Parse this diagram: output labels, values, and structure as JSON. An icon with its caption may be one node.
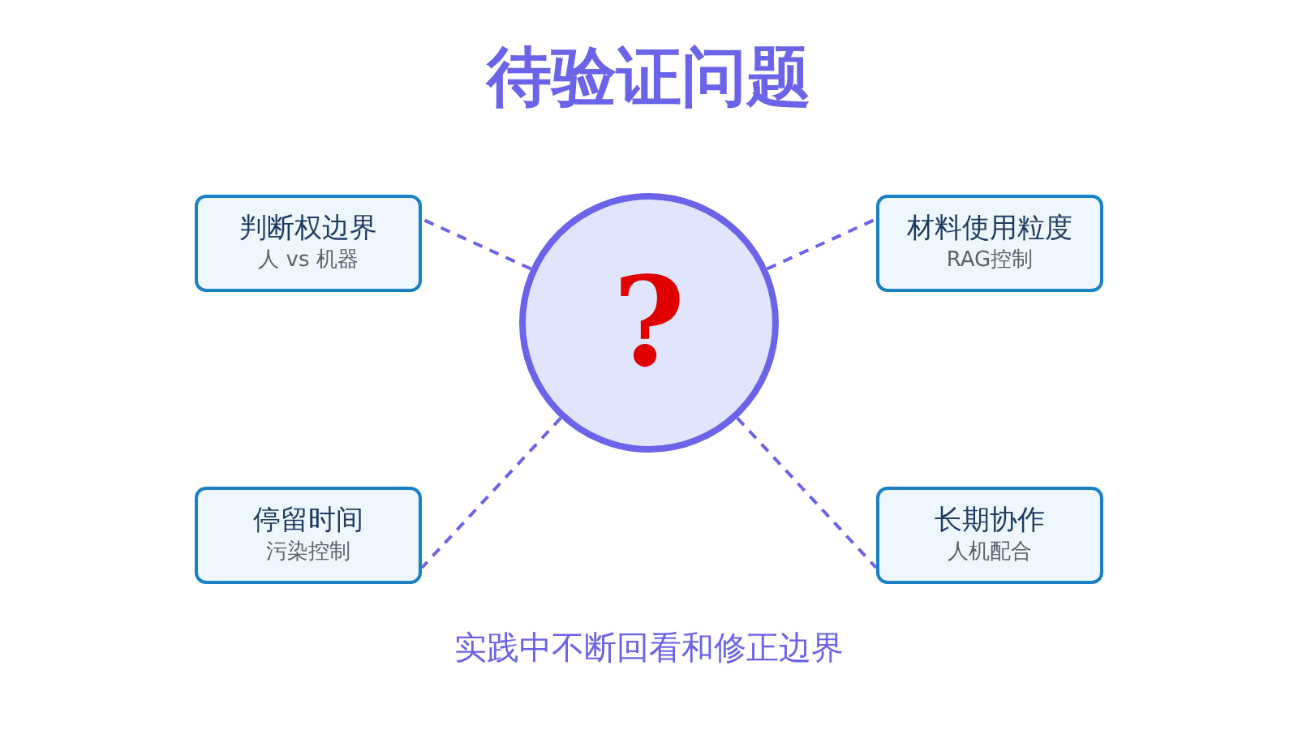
{
  "diagram": {
    "title": "待验证问题",
    "nodes": [
      {
        "text": [
          "?"
        ]
      },
      {
        "text": [
          "判断权边界",
          "人 vs 机器"
        ]
      },
      {
        "text": [
          "材料使用粒度",
          "RAG控制"
        ]
      },
      {
        "text": [
          "停留时间",
          "污染控制"
        ]
      },
      {
        "text": [
          "长期协作",
          "人机配合"
        ]
      }
    ],
    "edges": [
      {
        "from": 0,
        "to": 1,
        "arrow": "none",
        "style": "dashed"
      },
      {
        "from": 0,
        "to": 2,
        "arrow": "none",
        "style": "dashed"
      },
      {
        "from": 0,
        "to": 3,
        "arrow": "none",
        "style": "dashed"
      },
      {
        "from": 0,
        "to": 4,
        "arrow": "none",
        "style": "dashed"
      }
    ],
    "caption": "实践中不断回看和修正边界"
  }
}
